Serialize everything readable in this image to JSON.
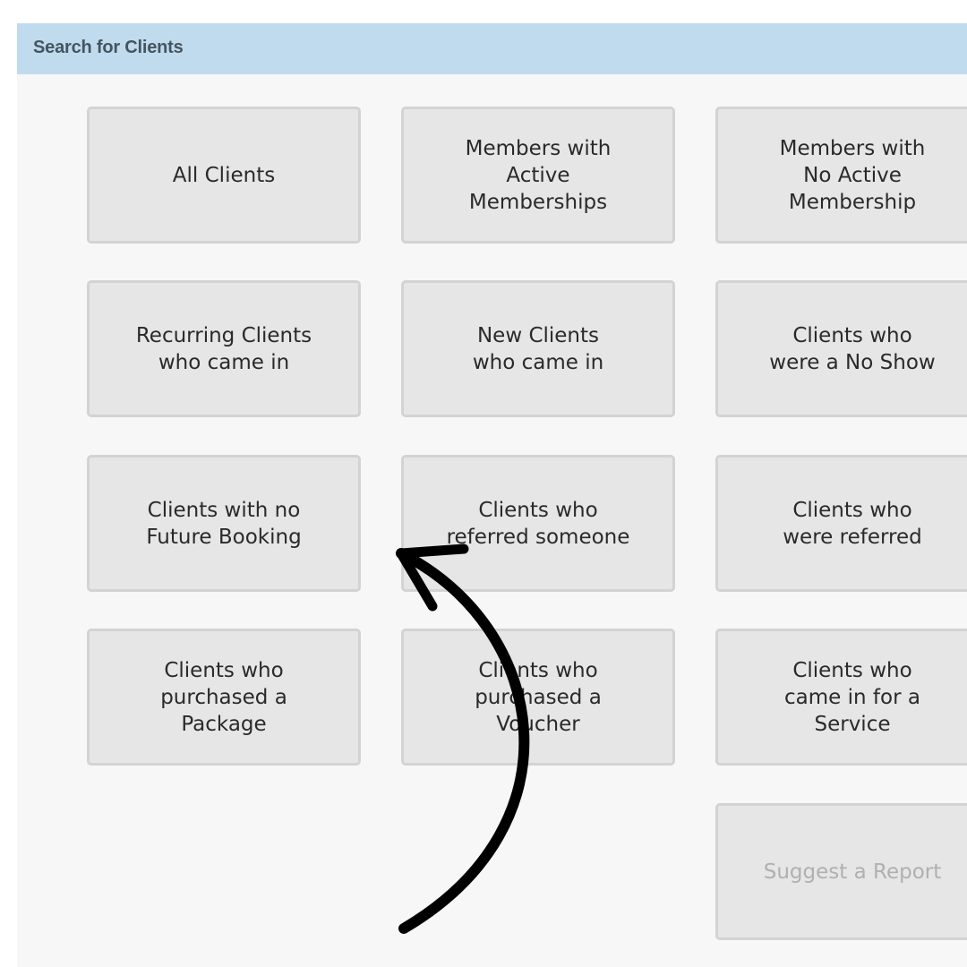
{
  "panel": {
    "title": "Search for Clients"
  },
  "reports": {
    "all_clients": "All Clients",
    "active_memberships": "Members with\nActive\nMemberships",
    "no_active_membership": "Members with\nNo Active\nMembership",
    "recurring_clients": "Recurring Clients\nwho came in",
    "new_clients": "New Clients\nwho came in",
    "no_show": "Clients who\nwere a No Show",
    "no_future_booking": "Clients with no\nFuture Booking",
    "referred_someone": "Clients who\nreferred someone",
    "were_referred": "Clients who\nwere referred",
    "purchased_package": "Clients who\npurchased a\nPackage",
    "purchased_voucher": "Clients who\npurchased a\nVoucher",
    "came_for_service": "Clients who\ncame in for a\nService",
    "suggest_report": "Suggest a Report"
  },
  "annotation": {
    "icon": "curved-arrow-icon",
    "color": "#000000"
  }
}
